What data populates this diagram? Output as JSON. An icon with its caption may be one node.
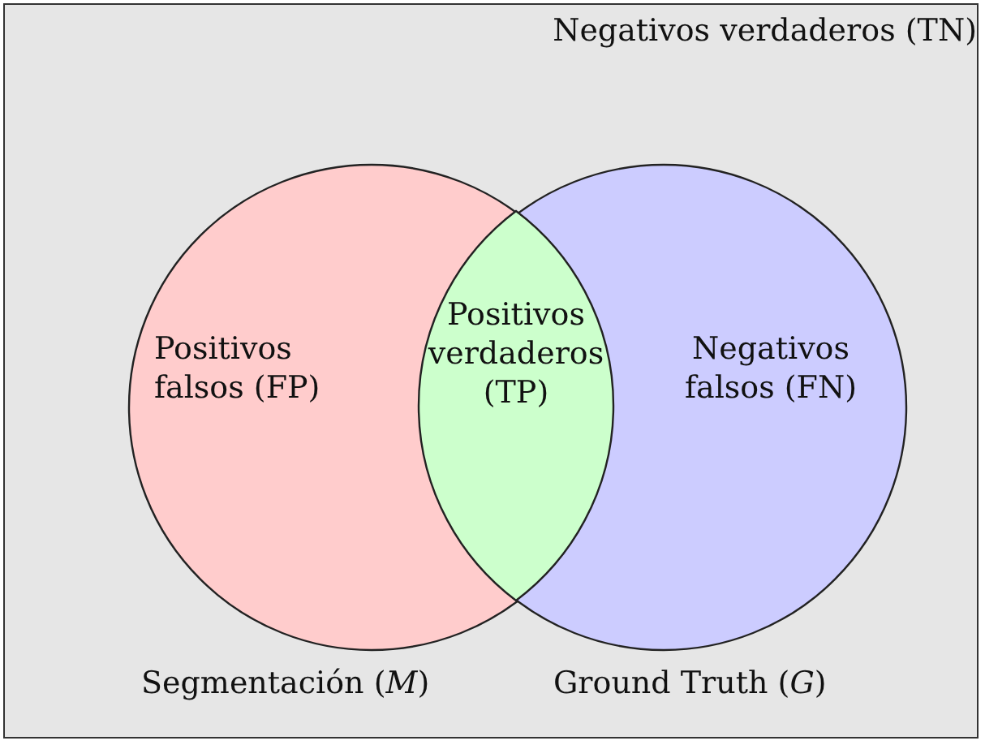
{
  "diagram": {
    "nodes": [
      {
        "text": [
          "Negativos verdaderos (TN)"
        ]
      },
      {
        "text": [
          "Positivos falsos (FP)"
        ],
        "beside": [
          "Segmentación (*M*)"
        ],
        "in": 0
      },
      {
        "text": [
          "Positivos verdaderos (TP)"
        ]
      },
      {
        "text": [
          "Negativos falsos (FN)"
        ],
        "beside": [
          "Ground Truth (*G*)"
        ],
        "in": 0
      }
    ],
    "edges": []
  }
}
